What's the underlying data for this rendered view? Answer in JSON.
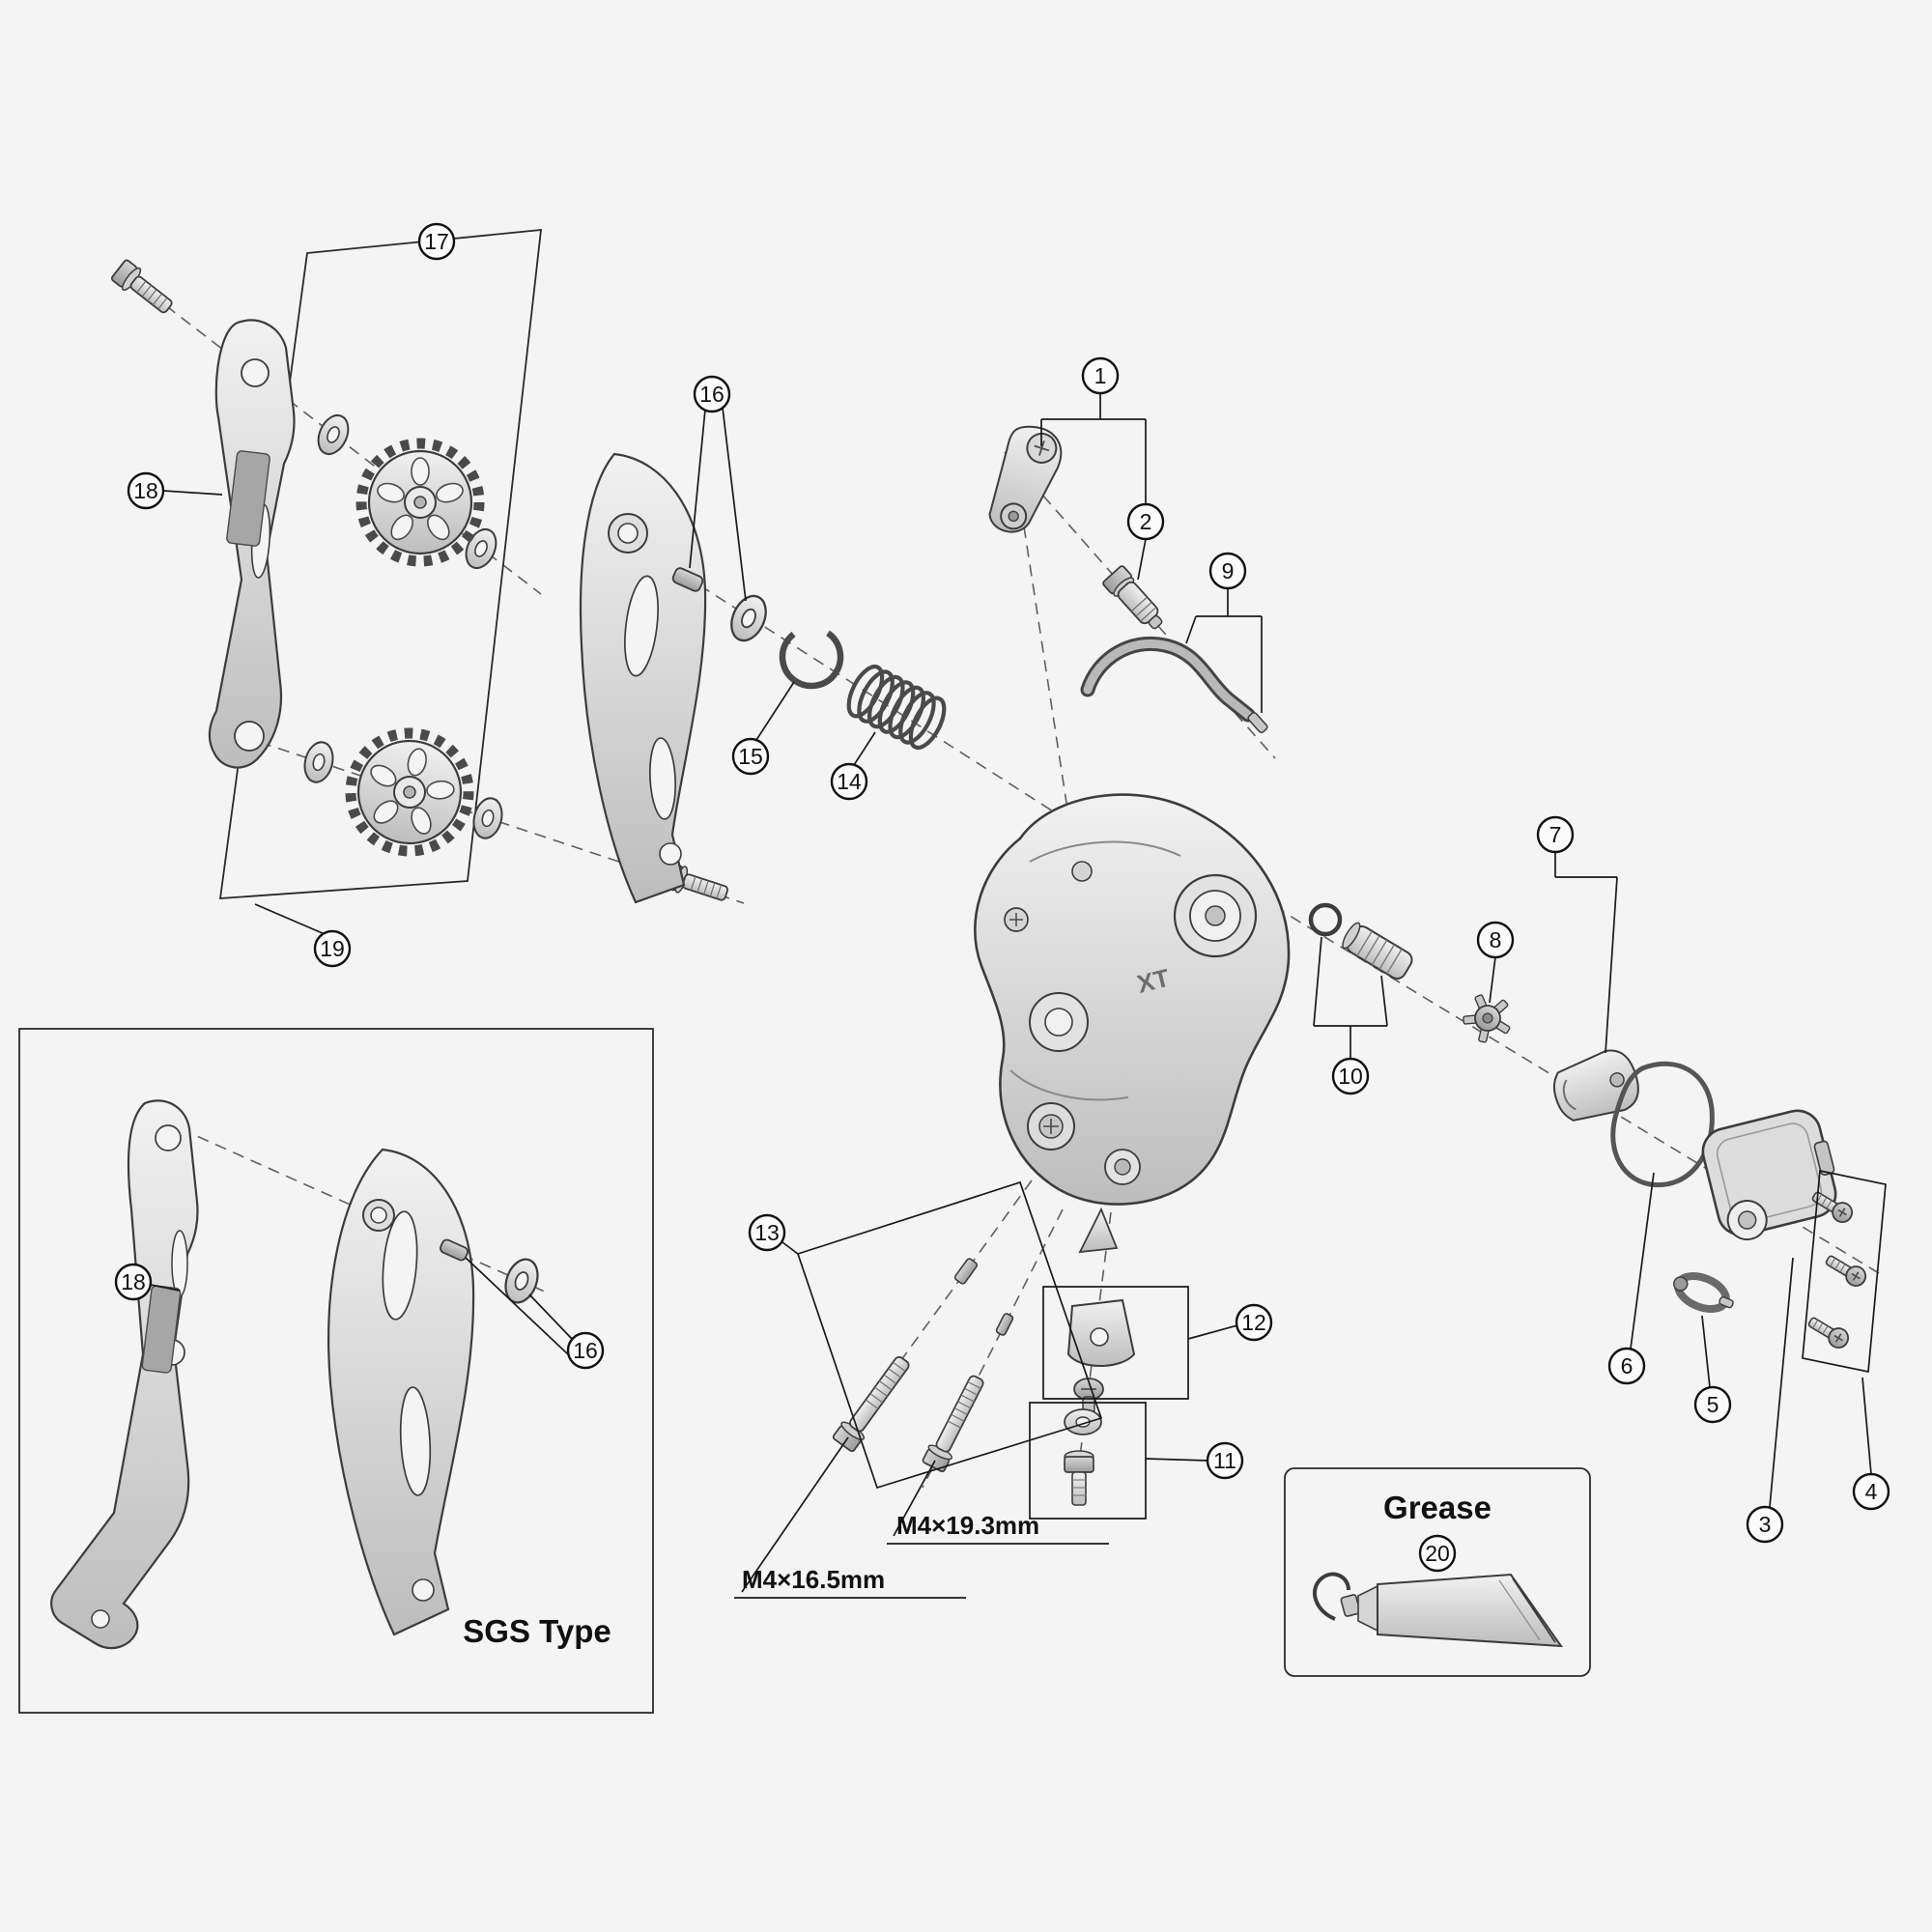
{
  "diagram": {
    "callouts": {
      "1": "1",
      "2": "2",
      "3": "3",
      "4": "4",
      "5": "5",
      "6": "6",
      "7": "7",
      "8": "8",
      "9": "9",
      "10": "10",
      "11": "11",
      "12": "12",
      "13": "13",
      "14": "14",
      "15": "15",
      "16": "16",
      "17": "17",
      "18": "18",
      "19": "19",
      "20": "20"
    },
    "labels": {
      "grease_title": "Grease",
      "sgs_type": "SGS Type",
      "bolt_spec_long": "M4×19.3mm",
      "bolt_spec_short": "M4×16.5mm",
      "body_logo": "XT"
    },
    "colors": {
      "background": "#f4f4f4",
      "line": "#3c3c3c",
      "callout_stroke": "#111111",
      "part_fill_light": "#efefef",
      "part_fill_dark": "#bfbfbf",
      "plate_highlight": "#a6a6a6"
    }
  }
}
